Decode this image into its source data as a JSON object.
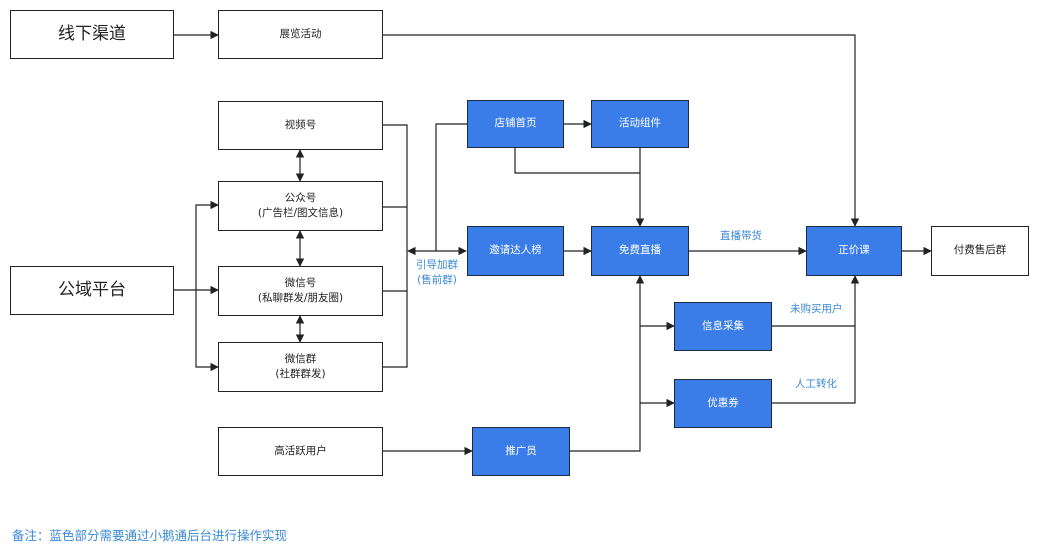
{
  "nodes": {
    "offline": "线下渠道",
    "exhibition": "展览活动",
    "public": "公域平台",
    "video": "视频号",
    "official_line1": "公众号",
    "official_line2": "(广告栏/图文信息)",
    "wechat_line1": "微信号",
    "wechat_line2": "(私聊群发/朋友圈)",
    "group_line1": "微信群",
    "group_line2": "(社群群发)",
    "active_users": "高活跃用户",
    "shop_home": "店铺首页",
    "activity_widget": "活动组件",
    "invite_rank": "邀请达人榜",
    "free_live": "免费直播",
    "info_collect": "信息采集",
    "coupon": "优惠券",
    "promoter": "推广员",
    "paid_course": "正价课",
    "after_sale_group": "付费售后群"
  },
  "labels": {
    "guide_line1": "引导加群",
    "guide_line2": "(售前群)",
    "live_sale": "直播带货",
    "not_bought": "未购买用户",
    "manual": "人工转化"
  },
  "note": "备注：蓝色部分需要通过小鹅通后台进行操作实现",
  "colors": {
    "blue_node": "#3b7de8",
    "note_text": "#3a8ad6",
    "line": "#222222"
  }
}
